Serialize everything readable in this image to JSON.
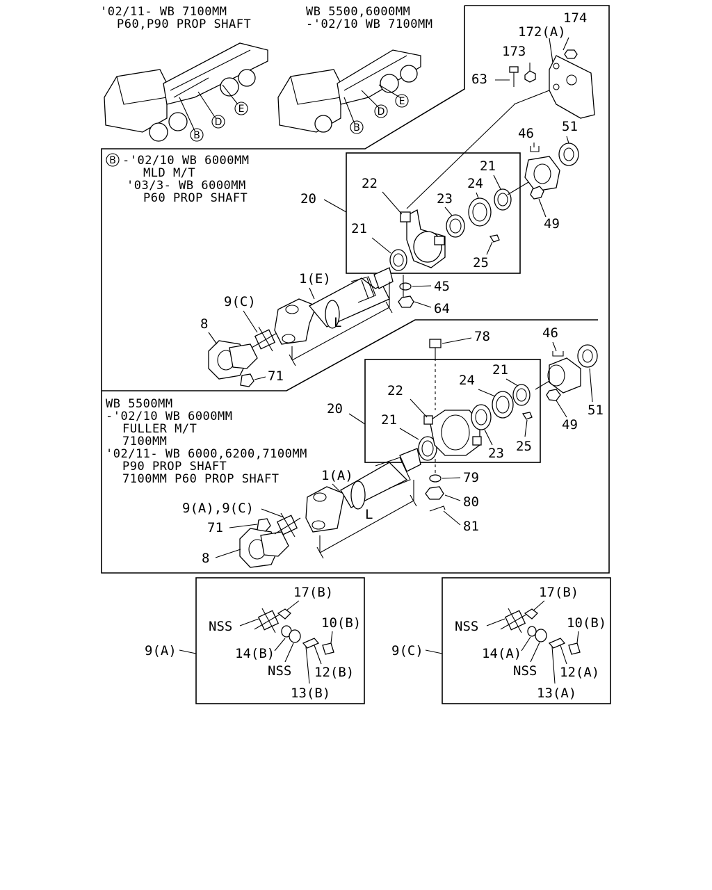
{
  "captions": {
    "top_left": [
      "'02/11- WB 7100MM",
      "P60,P90 PROP SHAFT"
    ],
    "top_right": [
      "WB 5500,6000MM",
      "-'02/10 WB 7100MM"
    ],
    "section_b": [
      "-'02/10 WB 6000MM",
      "MLD M/T",
      "'03/3- WB 6000MM",
      "P60 PROP SHAFT"
    ],
    "section_b_marker": "B",
    "section_lower": [
      "WB 5500MM",
      "-'02/10 WB 6000MM",
      "FULLER M/T",
      "7100MM",
      "'02/11- WB 6000,6200,7100MM",
      "P90 PROP SHAFT",
      "7100MM P60 PROP SHAFT"
    ]
  },
  "truck_markers": {
    "left": [
      "B",
      "D",
      "E"
    ],
    "right": [
      "B",
      "D",
      "E"
    ]
  },
  "bracket_labels": {
    "l174": "174",
    "l172": "172(A)",
    "l173": "173",
    "l63": "63"
  },
  "upper_assembly_labels": {
    "l46": "46",
    "l51": "51",
    "l21a": "21",
    "l20": "20",
    "l22": "22",
    "l24": "24",
    "l23": "23",
    "l49": "49",
    "l21b": "21",
    "l25": "25",
    "l45": "45",
    "l64": "64",
    "l1e": "1(E)",
    "l9c": "9(C)",
    "l8": "8",
    "lL": "L",
    "l71": "71"
  },
  "lower_assembly_labels": {
    "l78": "78",
    "l46": "46",
    "l21a": "21",
    "l24": "24",
    "l22": "22",
    "l20": "20",
    "l21b": "21",
    "l51": "51",
    "l49": "49",
    "l25": "25",
    "l23": "23",
    "l79": "79",
    "l1a": "1(A)",
    "l80": "80",
    "l9ac": "9(A),9(C)",
    "l71": "71",
    "lL": "L",
    "l81": "81",
    "l8": "8"
  },
  "kit_a": {
    "ref": "9(A)",
    "l17": "17(B)",
    "nss1": "NSS",
    "l10": "10(B)",
    "l14": "14(B)",
    "nss2": "NSS",
    "l12": "12(B)",
    "l13": "13(B)"
  },
  "kit_c": {
    "ref": "9(C)",
    "l17": "17(B)",
    "nss1": "NSS",
    "l10": "10(B)",
    "l14": "14(A)",
    "nss2": "NSS",
    "l12": "12(A)",
    "l13": "13(A)"
  }
}
